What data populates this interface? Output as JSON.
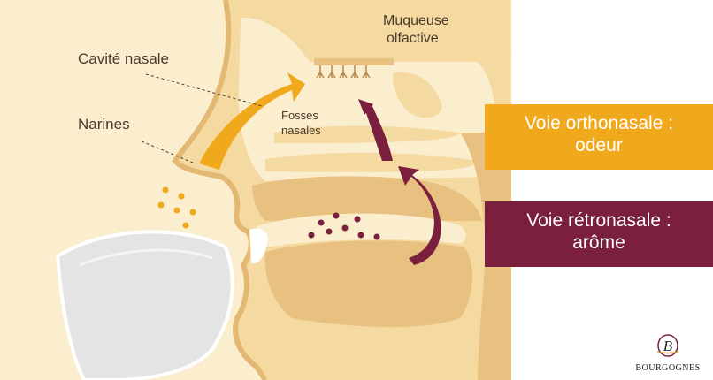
{
  "labels": {
    "muqueuse_line1": "Muqueuse",
    "muqueuse_line2": "olfactive",
    "cavite_nasale": "Cavité nasale",
    "narines": "Narines",
    "fosses_line1": "Fosses",
    "fosses_line2": "nasales"
  },
  "boxes": {
    "orthonasale": {
      "line1": "Voie orthonasale :",
      "line2": "odeur"
    },
    "retronasale": {
      "line1": "Voie rétronasale :",
      "line2": "arôme"
    }
  },
  "brand": {
    "name": "BOURGOGNES",
    "monogram": "B"
  },
  "colors": {
    "skin_light": "#fbeecf",
    "skin_mid": "#f4d9a1",
    "skin_dark": "#e8c180",
    "orange": "#f0a81c",
    "burgundy": "#7a1f3d",
    "glass": "#e4e4e4"
  },
  "icons": [
    "orthonasal-arrow-icon",
    "retronasal-arrow-icon",
    "wine-glass-icon",
    "odor-dots-icon",
    "aroma-dots-icon"
  ]
}
